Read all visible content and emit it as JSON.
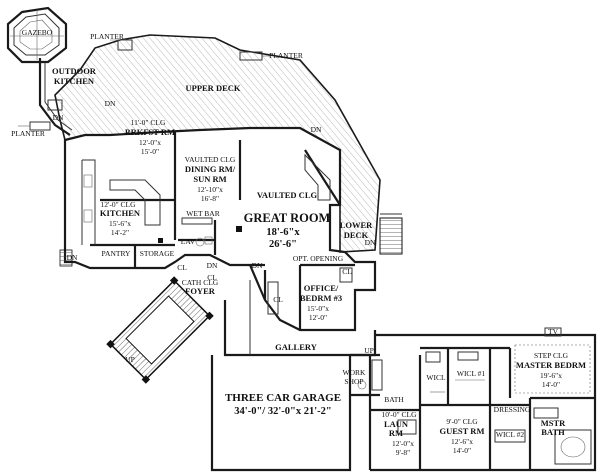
{
  "labels": {
    "gazebo": "GAZEBO",
    "planter_top": "PLANTER",
    "planter_right": "PLANTER",
    "planter_left": "PLANTER",
    "outdoor_kitchen_1": "OUTDOOR",
    "outdoor_kitchen_2": "KITCHEN",
    "upper_deck": "UPPER DECK",
    "dn_deck_1": "DN",
    "dn_deck_2": "DN",
    "dn_deck_3": "DN",
    "dn_left": "DN",
    "dn_lower": "DN",
    "dn_foyer": "DN",
    "dn_office": "DN",
    "up_steps": "UP",
    "up_gallery": "UP"
  },
  "rooms": {
    "brkfst": {
      "clg": "11'-0\" CLG",
      "name": "BRKFST RM",
      "dim1": "12'-0\"x",
      "dim2": "15'-0\""
    },
    "dining": {
      "clg": "VAULTED CLG",
      "name1": "DINING RM/",
      "name2": "SUN RM",
      "dim1": "12'-10\"x",
      "dim2": "16'-8\""
    },
    "vaulted": {
      "clg": "VAULTED CLG"
    },
    "kitchen": {
      "clg": "12'-0\" CLG",
      "name": "KITCHEN",
      "dim1": "15'-6\"x",
      "dim2": "14'-2\""
    },
    "wetbar": {
      "name": "WET BAR"
    },
    "great": {
      "name": "GREAT ROOM",
      "dim1": "18'-6\"x",
      "dim2": "26'-6\""
    },
    "lower_deck": {
      "name1": "LOWER",
      "name2": "DECK"
    },
    "pantry": {
      "name": "PANTRY"
    },
    "storage": {
      "name": "STORAGE"
    },
    "lav": {
      "name": "LAV"
    },
    "cl1": {
      "name": "CL"
    },
    "cl2": {
      "name": "CL"
    },
    "cl3": {
      "name": "CL"
    },
    "cl4": {
      "name": "CL"
    },
    "opt_opening": {
      "name": "OPT. OPENING"
    },
    "foyer": {
      "clg": "CATH CLG",
      "name": "FOYER"
    },
    "office": {
      "name1": "OFFICE/",
      "name2": "BEDRM #3",
      "dim1": "15'-0\"x",
      "dim2": "12'-0\""
    },
    "gallery": {
      "name": "GALLERY"
    },
    "garage": {
      "name": "THREE CAR GARAGE",
      "dim": "34'-0\"/ 32'-0\"x 21'-2\""
    },
    "workshop": {
      "name1": "WORK",
      "name2": "SHOP"
    },
    "bath": {
      "name": "BATH"
    },
    "laun": {
      "clg": "10'-0\" CLG",
      "name1": "LAUN",
      "name2": "RM",
      "dim1": "12'-0\"x",
      "dim2": "9'-8\""
    },
    "guest": {
      "clg": "9'-0\" CLG",
      "name": "GUEST RM",
      "dim1": "12'-6\"x",
      "dim2": "14'-0\""
    },
    "wicl1": {
      "name": "WICL #1"
    },
    "wicl_left": {
      "name": "WICL"
    },
    "wicl2": {
      "name": "WICL #2"
    },
    "dressing": {
      "name": "DRESSING"
    },
    "master": {
      "clg": "STEP CLG",
      "name": "MASTER BEDRM",
      "dim1": "19'-6\"x",
      "dim2": "14'-0\""
    },
    "mstr_bath": {
      "name1": "MSTR",
      "name2": "BATH"
    },
    "tv": {
      "name": "TV"
    }
  }
}
